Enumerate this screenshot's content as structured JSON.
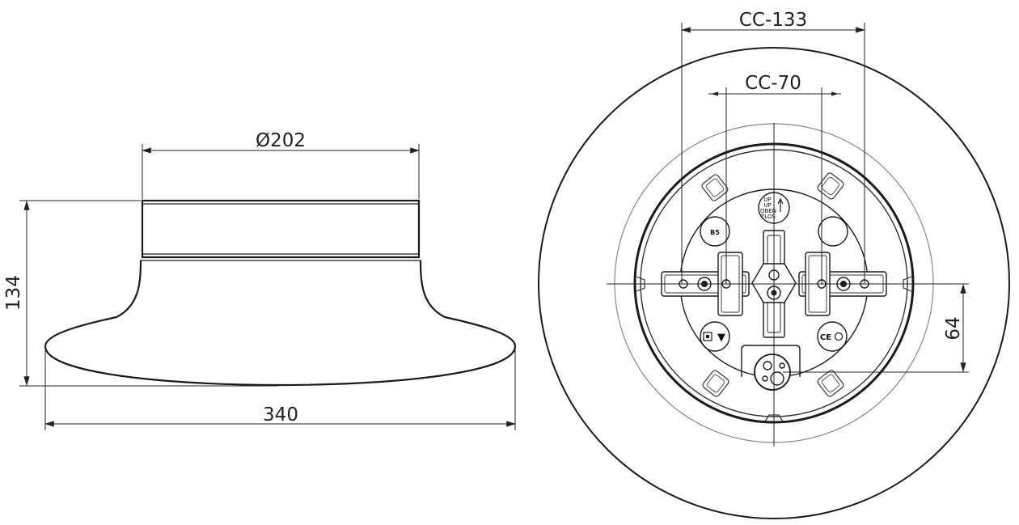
{
  "side_view": {
    "diameter_label": "Ø202",
    "height_label": "134",
    "width_label": "340"
  },
  "top_view": {
    "cc_outer_label": "CC-133",
    "cc_inner_label": "CC-70",
    "offset_label": "64",
    "marking_lines": [
      "UP",
      "UP",
      "OBEN",
      "TLOS"
    ],
    "label_b5": "B5",
    "label_ce": "CE",
    "label_tri": "▼"
  },
  "colors": {
    "line": "#1b1b1b",
    "thin_line": "#777777",
    "dim_line": "#222222"
  }
}
